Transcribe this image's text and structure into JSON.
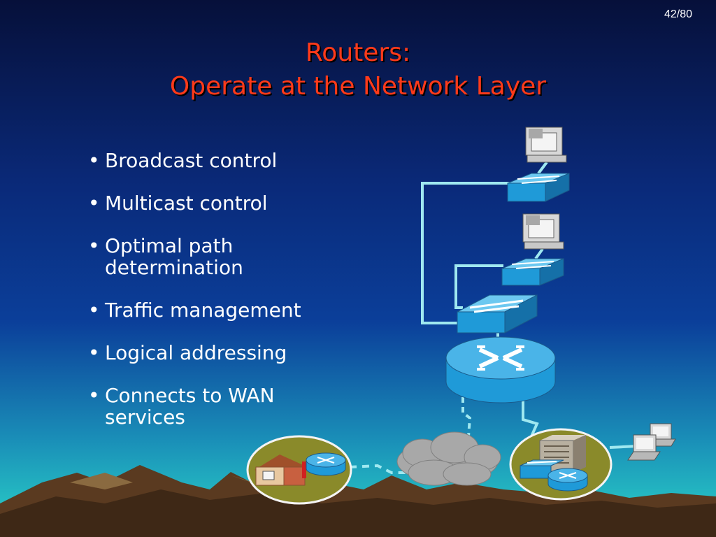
{
  "slide": {
    "page_number": "42/80",
    "title_line1": "Routers:",
    "title_line2": "Operate at the Network Layer",
    "bullets": [
      "Broadcast control",
      "Multicast control",
      "Optimal path determination",
      "Traffic management",
      "Logical addressing",
      "Connects to WAN services"
    ]
  },
  "colors": {
    "title": "#ff3a1a",
    "device_blue": "#2aa7e0",
    "link": "#9fe8f0",
    "mountains": "#6a4a2a",
    "node_circle": "#8a8a2a"
  },
  "icons": [
    "computer-icon",
    "switch-icon",
    "router-icon",
    "cloud-icon",
    "house-icon",
    "building-icon",
    "laptop-icon"
  ]
}
